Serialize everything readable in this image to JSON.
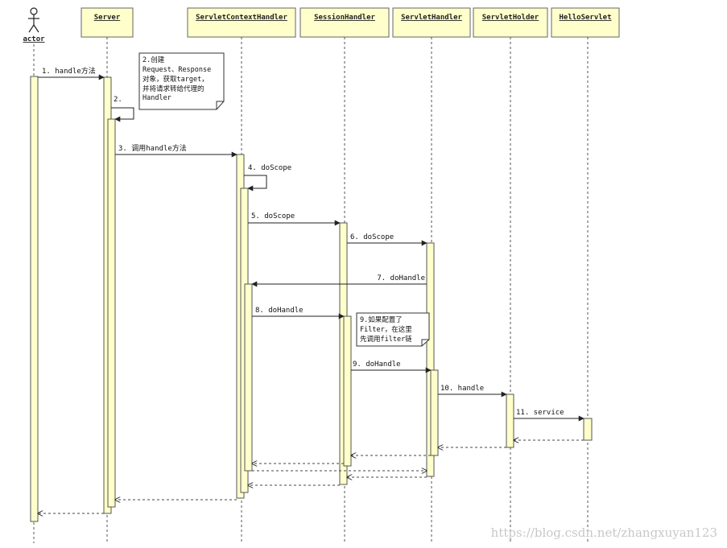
{
  "actor": {
    "label": "actor"
  },
  "lifelines": [
    {
      "id": "server",
      "label": "Server"
    },
    {
      "id": "sch",
      "label": "ServletContextHandler"
    },
    {
      "id": "sh",
      "label": "SessionHandler"
    },
    {
      "id": "svh",
      "label": "ServletHandler"
    },
    {
      "id": "sho",
      "label": "ServletHolder"
    },
    {
      "id": "hs",
      "label": "HelloServlet"
    }
  ],
  "messages": [
    {
      "id": "m1",
      "text": "1. handle方法"
    },
    {
      "id": "m2",
      "text": "2."
    },
    {
      "id": "m3",
      "text": "3. 调用handle方法"
    },
    {
      "id": "m4",
      "text": "4. doScope"
    },
    {
      "id": "m5",
      "text": "5. doScope"
    },
    {
      "id": "m6",
      "text": "6. doScope"
    },
    {
      "id": "m7",
      "text": "7. doHandle"
    },
    {
      "id": "m8",
      "text": "8. doHandle"
    },
    {
      "id": "m9",
      "text": "9. doHandle"
    },
    {
      "id": "m10",
      "text": "10. handle"
    },
    {
      "id": "m11",
      "text": "11. service"
    }
  ],
  "notes": [
    {
      "id": "note1",
      "lines": [
        "2.创建",
        "Request、Response",
        "对象，获取target，",
        "并将请求转给代理的",
        "Handler"
      ]
    },
    {
      "id": "note2",
      "lines": [
        "9.如果配置了",
        "Filter，在这里",
        "先调用filter链"
      ]
    }
  ],
  "watermark": "https://blog.csdn.net/zhangxuyan123",
  "colors": {
    "lifeline_header_fill": "#ffffcc",
    "activation_fill": "#ffffcc",
    "line": "#333333",
    "watermark": "#c8c8c8"
  }
}
